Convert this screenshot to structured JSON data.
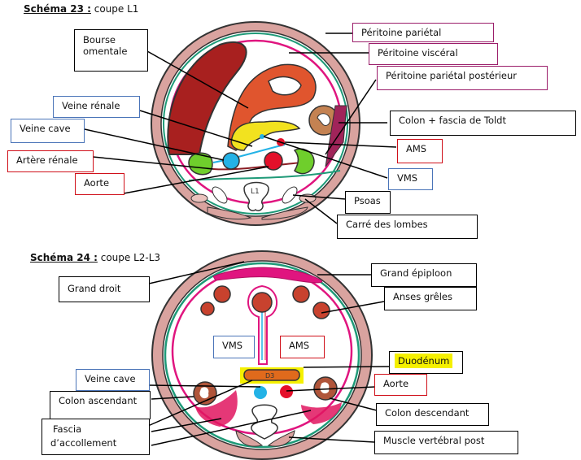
{
  "schema23": {
    "title_bold": "Schéma 23 :",
    "title_rest": " coupe L1",
    "vertebra_label": "L1",
    "labels": {
      "bourse_omentale": [
        "Bourse",
        "omentale"
      ],
      "peritoine_parietal": "Péritoine pariétal",
      "peritoine_visceral": "Péritoine viscéral",
      "peritoine_parietal_posterieur": "Péritoine pariétal postérieur",
      "veine_renale": "Veine rénale",
      "veine_cave": "Veine cave",
      "artere_renale": "Artère rénale",
      "aorte": "Aorte",
      "colon_fascia_toldt": "Colon + fascia de Toldt",
      "ams": "AMS",
      "vms": "VMS",
      "psoas": "Psoas",
      "carre_des_lombes": "Carré des lombes"
    }
  },
  "schema24": {
    "title_bold": "Schéma 24 :",
    "title_rest": " coupe L2-L3",
    "duodenum_segment": "D3",
    "labels": {
      "grand_droit": "Grand droit",
      "grand_epiploon": "Grand épiploon",
      "anses_greles": "Anses grêles",
      "vms": "VMS",
      "ams": "AMS",
      "duodenum": "Duodénum",
      "veine_cave": "Veine cave",
      "aorte": "Aorte",
      "colon_ascendant": "Colon ascendant",
      "colon_descendant": "Colon descendant",
      "fascia_accollement": [
        "Fascia",
        "d’accollement"
      ],
      "muscle_vertebral_post": "Muscle vertébral post"
    }
  },
  "colors": {
    "peritoneum": "#e0157f",
    "fascia": "#1f9a78",
    "wall": "#c98f8a",
    "liver": "#a8201f",
    "stomach": "#e0552e",
    "pancreas": "#f2e21f",
    "kidney": "#6fce2c",
    "vein": "#23b2e6",
    "artery": "#e4102a",
    "colon": "#b46a3c",
    "highlight": "#f5f000",
    "box_magenta": "#9b1d6a",
    "box_blue": "#4a74b8",
    "box_red": "#d0101a"
  }
}
